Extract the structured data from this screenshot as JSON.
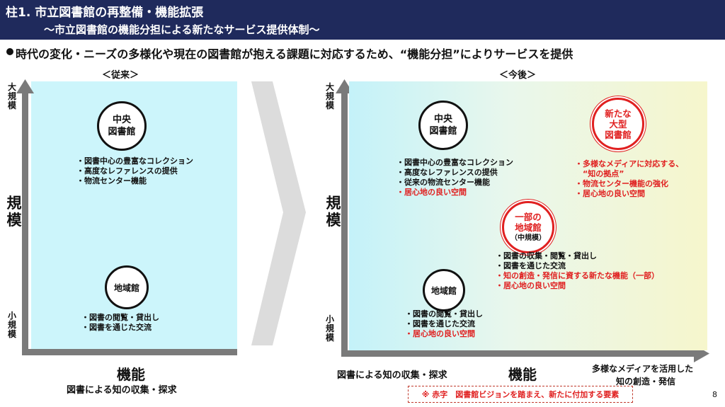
{
  "header": {
    "title": "柱1. 市立図書館の再整備・機能拡張",
    "subtitle": "～市立図書館の機能分担による新たなサービス提供体制～"
  },
  "bullet": "時代の変化・ニーズの多様化や現在の図書館が抱える課題に対応するため、“機能分担”によりサービスを提供",
  "left": {
    "heading": "＜従来＞",
    "y_top": "大規模",
    "y_bottom": "小規模",
    "y_axis": "規模",
    "x_axis": "機能",
    "x_desc": "図書による知の収集・探求",
    "central": {
      "name_line1": "中央",
      "name_line2": "図書館",
      "items": [
        "・図書中心の豊富なコレクション",
        "・高度なレファレンスの提供",
        "・物流センター機能"
      ]
    },
    "regional": {
      "name": "地域館",
      "items": [
        "・図書の閲覧・貸出し",
        "・図書を通じた交流"
      ]
    }
  },
  "right": {
    "heading": "＜今後＞",
    "y_top": "大規模",
    "y_bottom": "小規模",
    "y_axis": "規模",
    "x_axis": "機能",
    "x_left_desc": "図書による知の収集・探求",
    "x_right_desc_line1": "多様なメディアを活用した",
    "x_right_desc_line2": "知の創造・発信",
    "central": {
      "name_line1": "中央",
      "name_line2": "図書館",
      "items": [
        "・図書中心の豊富なコレクション",
        "・高度なレファレンスの提供",
        "・従来の物流センター機能"
      ],
      "items_red": [
        "・居心地の良い空間"
      ]
    },
    "new_large": {
      "name_line1": "新たな",
      "name_line2": "大型",
      "name_line3": "図書館",
      "items_red": [
        "・多様なメディアに対応する、",
        "　“知の拠点”",
        "・物流センター機能の強化",
        "・居心地の良い空間"
      ]
    },
    "partial": {
      "name_line1": "一部の",
      "name_line2": "地域館",
      "name_line3": "（中規模）",
      "items": [
        "・図書の収集・閲覧・貸出し",
        "・図書を通じた交流"
      ],
      "items_red": [
        "・知の創造・発信に資する新たな機能（一部）",
        "・居心地の良い空間"
      ]
    },
    "regional": {
      "name": "地域館",
      "items": [
        "・図書の閲覧・貸出し",
        "・図書を通じた交流"
      ],
      "items_red": [
        "・居心地の良い空間"
      ]
    }
  },
  "note": "※ 赤字　図書館ビジョンを踏まえ、新たに付加する要素",
  "page_number": "8",
  "colors": {
    "header_bg": "#1f2a5c",
    "accent_red": "#e02020",
    "axis_gray": "#777777"
  }
}
